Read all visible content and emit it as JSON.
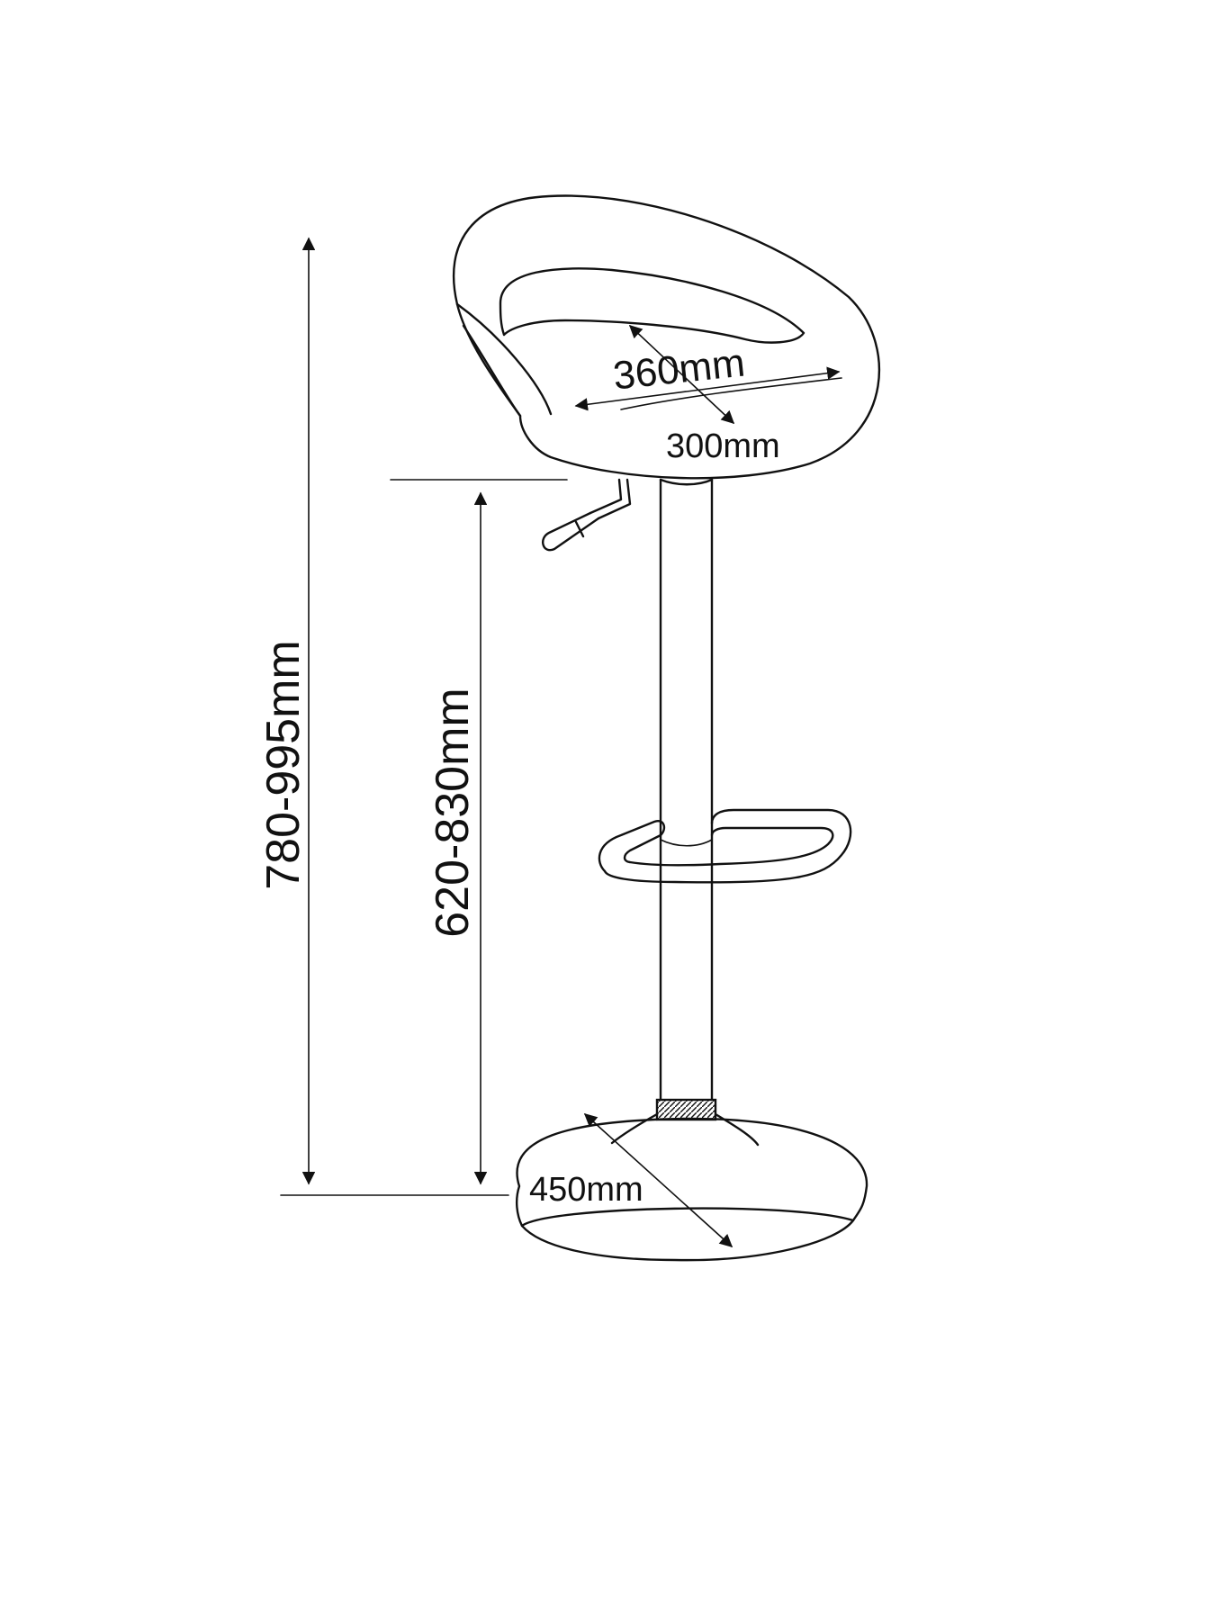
{
  "diagram": {
    "dimensions": {
      "total_height": "780-995mm",
      "seat_height": "620-830mm",
      "seat_width": "360mm",
      "seat_depth": "300mm",
      "base_diameter": "450mm"
    },
    "colors": {
      "ink": "#111111",
      "background": "#ffffff"
    }
  }
}
